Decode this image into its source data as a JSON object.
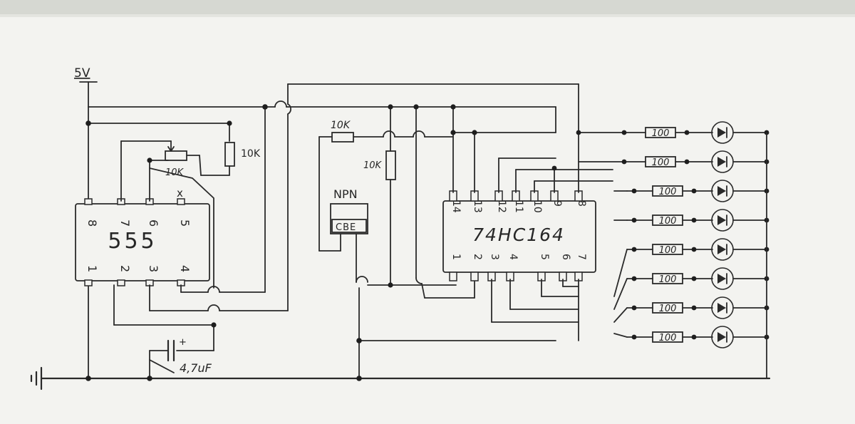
{
  "labels": {
    "supply": "5V",
    "ic555": "555",
    "ic164": "74HC164",
    "pot": "10K",
    "r_top": "10K",
    "r_base": "10K",
    "r_vert": "10K",
    "npn": "NPN",
    "cbe": "CBE",
    "cap": "4,7uF",
    "cap_plus": "+",
    "no_connect": "x",
    "led_resistor": "100"
  },
  "pins_555": {
    "top": [
      "8",
      "7",
      "6",
      "5"
    ],
    "bottom": [
      "1",
      "2",
      "3",
      "4"
    ]
  },
  "pins_164": {
    "top": [
      "14",
      "13",
      "12",
      "11",
      "10",
      "9",
      "8"
    ],
    "bottom": [
      "1",
      "2",
      "3",
      "4",
      "5",
      "6",
      "7"
    ]
  },
  "led_rows": 8
}
